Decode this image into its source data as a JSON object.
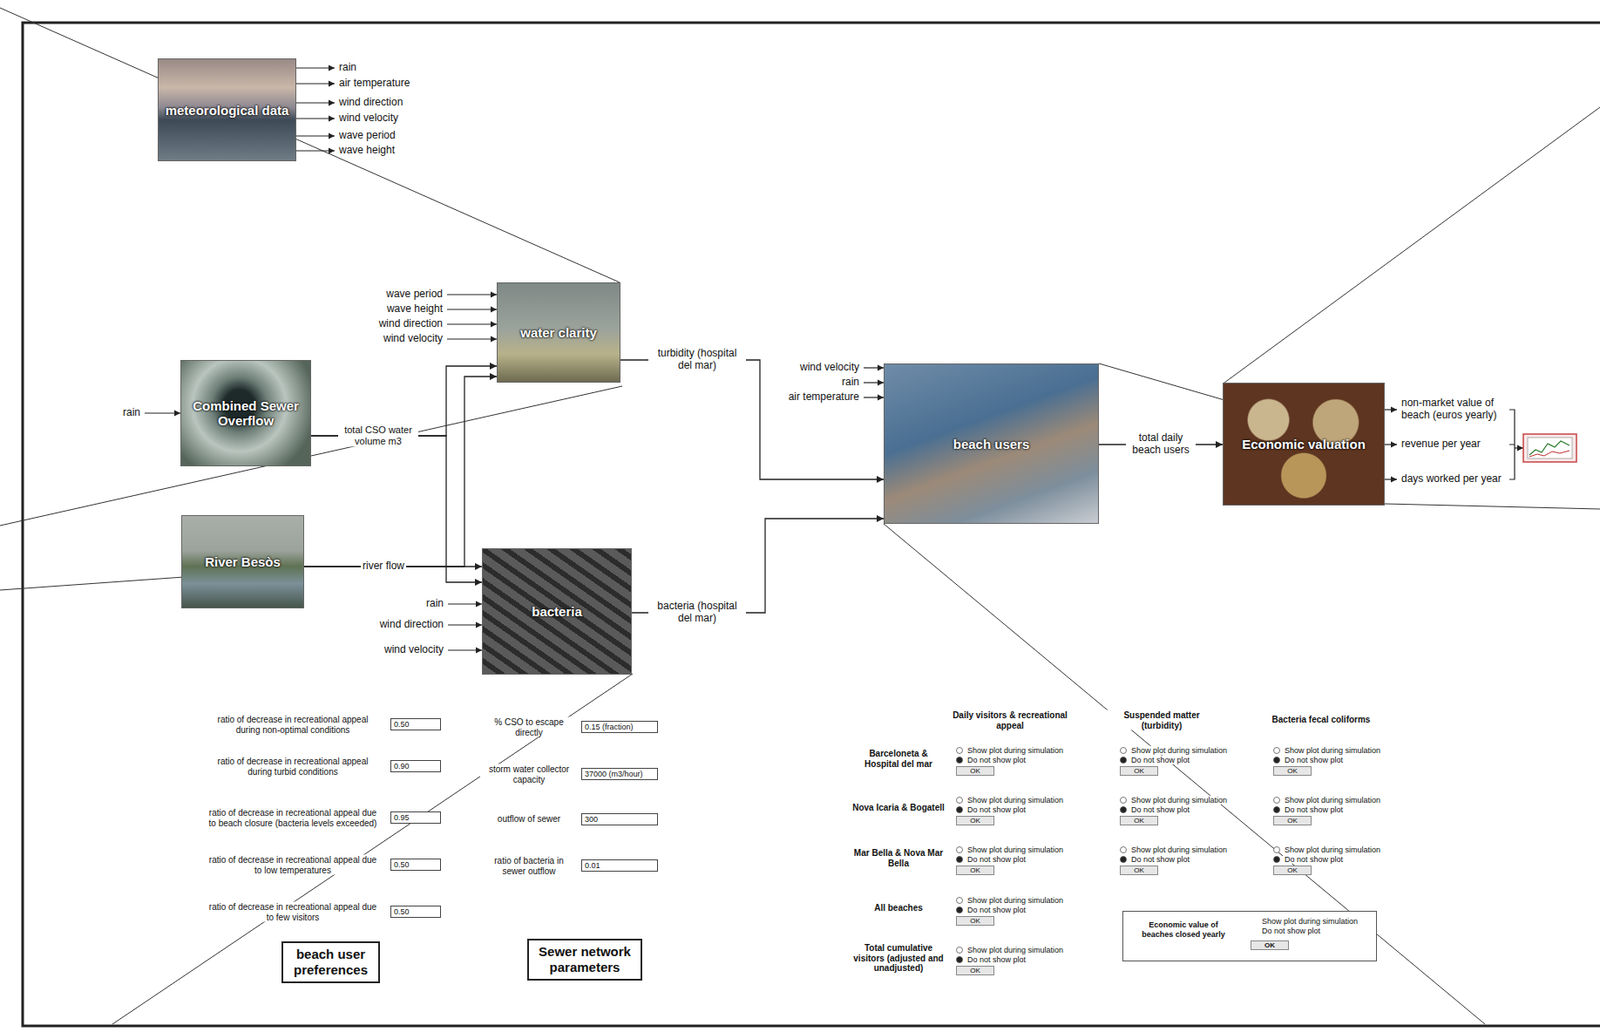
{
  "diagram": {
    "nodes": [
      {
        "text": [
          "meteorological data"
        ]
      },
      {
        "text": [
          "water clarity"
        ]
      },
      {
        "text": [
          "Combined Sewer Overflow"
        ]
      },
      {
        "text": [
          "River Besòs"
        ]
      },
      {
        "text": [
          "bacteria"
        ]
      },
      {
        "text": [
          "beach users"
        ]
      },
      {
        "text": [
          "Economic valuation"
        ]
      },
      {
        "text": [
          "0.50"
        ]
      },
      {
        "text": [
          "0.90"
        ]
      },
      {
        "text": [
          "0.95"
        ]
      },
      {
        "text": [
          "0.50"
        ]
      },
      {
        "text": [
          "0.50"
        ]
      },
      {
        "text": [
          "beach user preferences"
        ]
      },
      {
        "text": [
          "0.15 (fraction)"
        ]
      },
      {
        "text": [
          "37000 (m3/hour)"
        ]
      },
      {
        "text": [
          "300"
        ]
      },
      {
        "text": [
          "0.01"
        ]
      },
      {
        "text": [
          "Sewer network parameters"
        ]
      },
      {
        "text": [
          "OK"
        ]
      },
      {
        "text": [
          "OK"
        ]
      },
      {
        "text": [
          "OK"
        ]
      },
      {
        "text": [
          "OK"
        ]
      },
      {
        "text": [
          "OK"
        ]
      },
      {
        "text": [
          "OK"
        ]
      },
      {
        "text": [
          "OK"
        ]
      },
      {
        "text": [
          "OK"
        ]
      },
      {
        "text": [
          "OK"
        ]
      },
      {
        "text": [
          "OK"
        ]
      },
      {
        "text": [
          "OK"
        ]
      },
      {
        "text": [
          "Economic value of beaches closed yearly"
        ]
      },
      {
        "text": [
          "OK"
        ],
        "in": 29
      }
    ],
    "edges": [
      {
        "from": 2,
        "to": 1,
        "arrow": "to",
        "label": "total CSO water volume m3"
      },
      {
        "from": 2,
        "to": 4,
        "arrow": "to"
      },
      {
        "from": 3,
        "to": 1,
        "arrow": "to"
      },
      {
        "from": 3,
        "to": 4,
        "arrow": "to",
        "label": "river flow"
      },
      {
        "from": 1,
        "to": 5,
        "arrow": "to",
        "label": "turbidity (hospital del mar)"
      },
      {
        "from": 4,
        "to": 5,
        "arrow": "to",
        "label": "bacteria (hospital del mar)"
      },
      {
        "from": 5,
        "to": 6,
        "arrow": "to",
        "label": "total daily beach users"
      }
    ],
    "labels": [
      "rain",
      "air temperature",
      "wind direction",
      "wind velocity",
      "wave period",
      "wave height",
      "wave period",
      "wave height",
      "wind direction",
      "wind velocity",
      "rain",
      "rain",
      "wind direction",
      "wind velocity",
      "wind velocity",
      "rain",
      "air temperature",
      "non-market value of beach (euros yearly)",
      "revenue per year",
      "days worked per year",
      "ratio of decrease in recreational appeal during non-optimal conditions",
      "ratio of decrease in recreational appeal during turbid conditions",
      "ratio of decrease in recreational appeal due to beach closure (bacteria levels exceeded)",
      "ratio of decrease in recreational appeal due to low temperatures",
      "ratio of decrease in recreational appeal due to few visitors",
      "% CSO to escape directly",
      "storm water collector capacity",
      "outflow of sewer",
      "ratio of bacteria in sewer outflow",
      "Daily visitors & recreational appeal",
      "Suspended matter (turbidity)",
      "Bacteria fecal coliforms",
      "Barceloneta & Hospital del mar",
      "Show plot during simulation",
      "Do not show plot",
      "Show plot during simulation",
      "Do not show plot",
      "Show plot during simulation",
      "Do not show plot",
      "Nova Icaria & Bogatell",
      "Show plot during simulation",
      "Do not show plot",
      "Show plot during simulation",
      "Do not show plot",
      "Show plot during simulation",
      "Do not show plot",
      "Mar Bella & Nova Mar Bella",
      "Show plot during simulation",
      "Do not show plot",
      "Show plot during simulation",
      "Do not show plot",
      "Show plot during simulation",
      "Do not show plot",
      "All beaches",
      "Show plot during simulation",
      "Do not show plot",
      "Total cumulative visitors (adjusted and unadjusted)",
      "Show plot during simulation",
      "Do not show plot",
      "Show plot during simulation",
      "Do not show plot"
    ]
  }
}
